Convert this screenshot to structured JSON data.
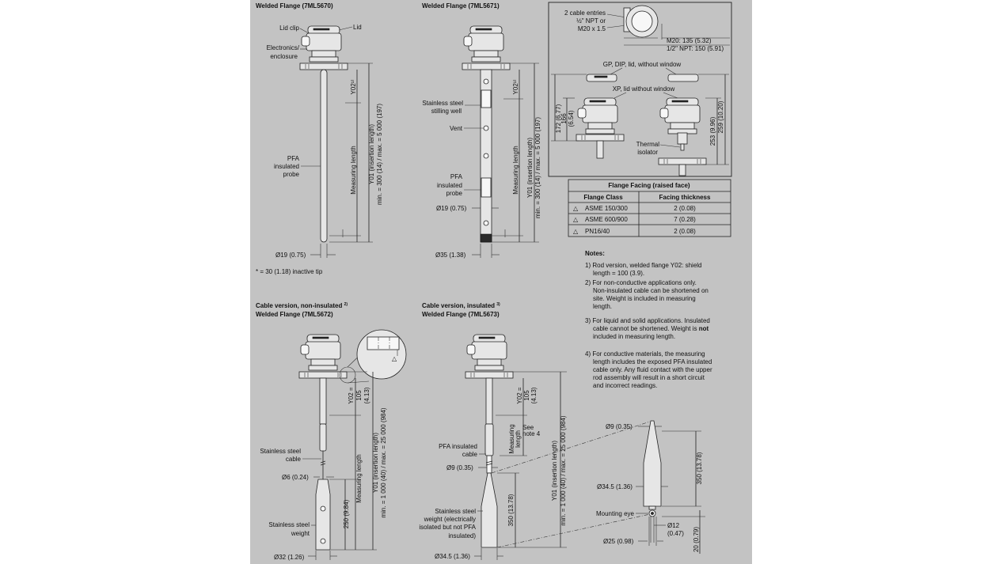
{
  "d1": {
    "title": "Welded Flange (7ML5670)",
    "lid": "Lid",
    "lid_clip": "Lid clip",
    "electronics_1": "Electronics/",
    "electronics_2": "enclosure",
    "probe_1": "PFA",
    "probe_2": "insulated",
    "probe_3": "probe",
    "y02": "Y02¹⁾",
    "measuring": "Measuring length",
    "y01": "Y01 (insertion length)",
    "range": "min. = 300 (14) / max. = 5 000 (197)",
    "diameter": "Ø19 (0.75)",
    "footnote": "* = 30 (1.18) inactive tip"
  },
  "d2": {
    "title": "Welded Flange (7ML5671)",
    "well_1": "Stainless steel",
    "well_2": "stilling well",
    "vent": "Vent",
    "probe_1": "PFA",
    "probe_2": "insulated",
    "probe_3": "probe",
    "probe_dia": "Ø19 (0.75)",
    "y02": "Y02¹⁾",
    "measuring": "Measuring length",
    "y01": "Y01 (insertion length)",
    "range": "min. = 300 (14) / max. = 5 000 (197)",
    "diameter": "Ø35 (1.38)"
  },
  "top": {
    "cable_1": "2 cable entries",
    "cable_2": "½\" NPT or",
    "cable_3": "M20 x 1.5",
    "m20": "M20: 135 (5.32)",
    "npt": "1/2\" NPT: 150 (5.91)",
    "gp": "GP, DIP, lid, without window",
    "xp": "XP, lid without window",
    "d172": "172 (6.77)",
    "d166_1": "166",
    "d166_2": "(6.54)",
    "d253": "253 (9.96)",
    "d259": "259 (10.20)",
    "iso_1": "Thermal",
    "iso_2": "isolator"
  },
  "flange_table": {
    "title": "Flange Facing (raised face)",
    "headers": [
      "Flange Class",
      "Facing thickness"
    ],
    "rows": [
      {
        "mark": "△",
        "cls": "ASME 150/300",
        "thick": "2 (0.08)"
      },
      {
        "mark": "△",
        "cls": "ASME 600/900",
        "thick": "7 (0.28)"
      },
      {
        "mark": "△",
        "cls": "PN16/40",
        "thick": "2 (0.08)"
      }
    ]
  },
  "notes": {
    "title": "Notes:",
    "n1": [
      "1) Rod version, welded flange Y02: shield",
      "length = 100 (3.9)."
    ],
    "n2": [
      "2) For non-conductive applications only.",
      "Non-insulated cable can be shortened on",
      "site. Weight is included in measuring",
      "length."
    ],
    "n3a": [
      "3) For liquid and solid applications. Insulated",
      "cable cannot be shortened. Weight is "
    ],
    "n3_bold": "not",
    "n3b": "included in measuring length.",
    "n4": [
      "4) For conductive materials, the measuring",
      "length includes the exposed PFA insulated",
      "cable only. Any fluid contact with the upper",
      "rod assembly will result in a short circuit",
      "and incorrect readings."
    ]
  },
  "d3": {
    "title_1": "Cable version, non-insulated",
    "sup": "2)",
    "title_2": "Welded Flange (7ML5672)",
    "y02_1": "Y02 =",
    "y02_2": "105",
    "y02_3": "(4.13)",
    "cable_1": "Stainless steel",
    "cable_2": "cable",
    "cable_dia": "Ø6 (0.24)",
    "weight_1": "Stainless steel",
    "weight_2": "weight",
    "d250": "250 (9.84)",
    "measuring": "Measuring length",
    "y01": "Y01 (insertion length)",
    "range": "min. = 1 000 (40) / max. = 25 000 (984)",
    "diameter": "Ø32 (1.26)",
    "facing": "△"
  },
  "d4": {
    "title_1": "Cable version, insulated",
    "sup": "3)",
    "title_2": "Welded Flange (7ML5673)",
    "y02_1": "Y02 =",
    "y02_2": "105",
    "y02_3": "(4.13)",
    "measuring_1": "Measuring",
    "measuring_2": "length",
    "see_1": "See",
    "see_2": "note 4",
    "cable_1": "PFA insulated",
    "cable_2": "cable",
    "cable_dia": "Ø9 (0.35)",
    "weight_1": "Stainless steel",
    "weight_2": "weight (electrically",
    "weight_3": "isolated but not PFA",
    "weight_4": "insulated)",
    "d350": "350 (13.78)",
    "y01": "Y01 (insertion length)",
    "range": "min. = 1 000 (40) / max. = 25 000 (984)",
    "diameter": "Ø34.5 (1.36)"
  },
  "detail": {
    "d9": "Ø9 (0.35)",
    "d345": "Ø34.5 (1.36)",
    "d350": "350 (13.78)",
    "eye": "Mounting eye",
    "d12_1": "Ø12",
    "d12_2": "(0.47)",
    "d25": "Ø25 (0.98)",
    "d20": "20 (0.79)"
  }
}
